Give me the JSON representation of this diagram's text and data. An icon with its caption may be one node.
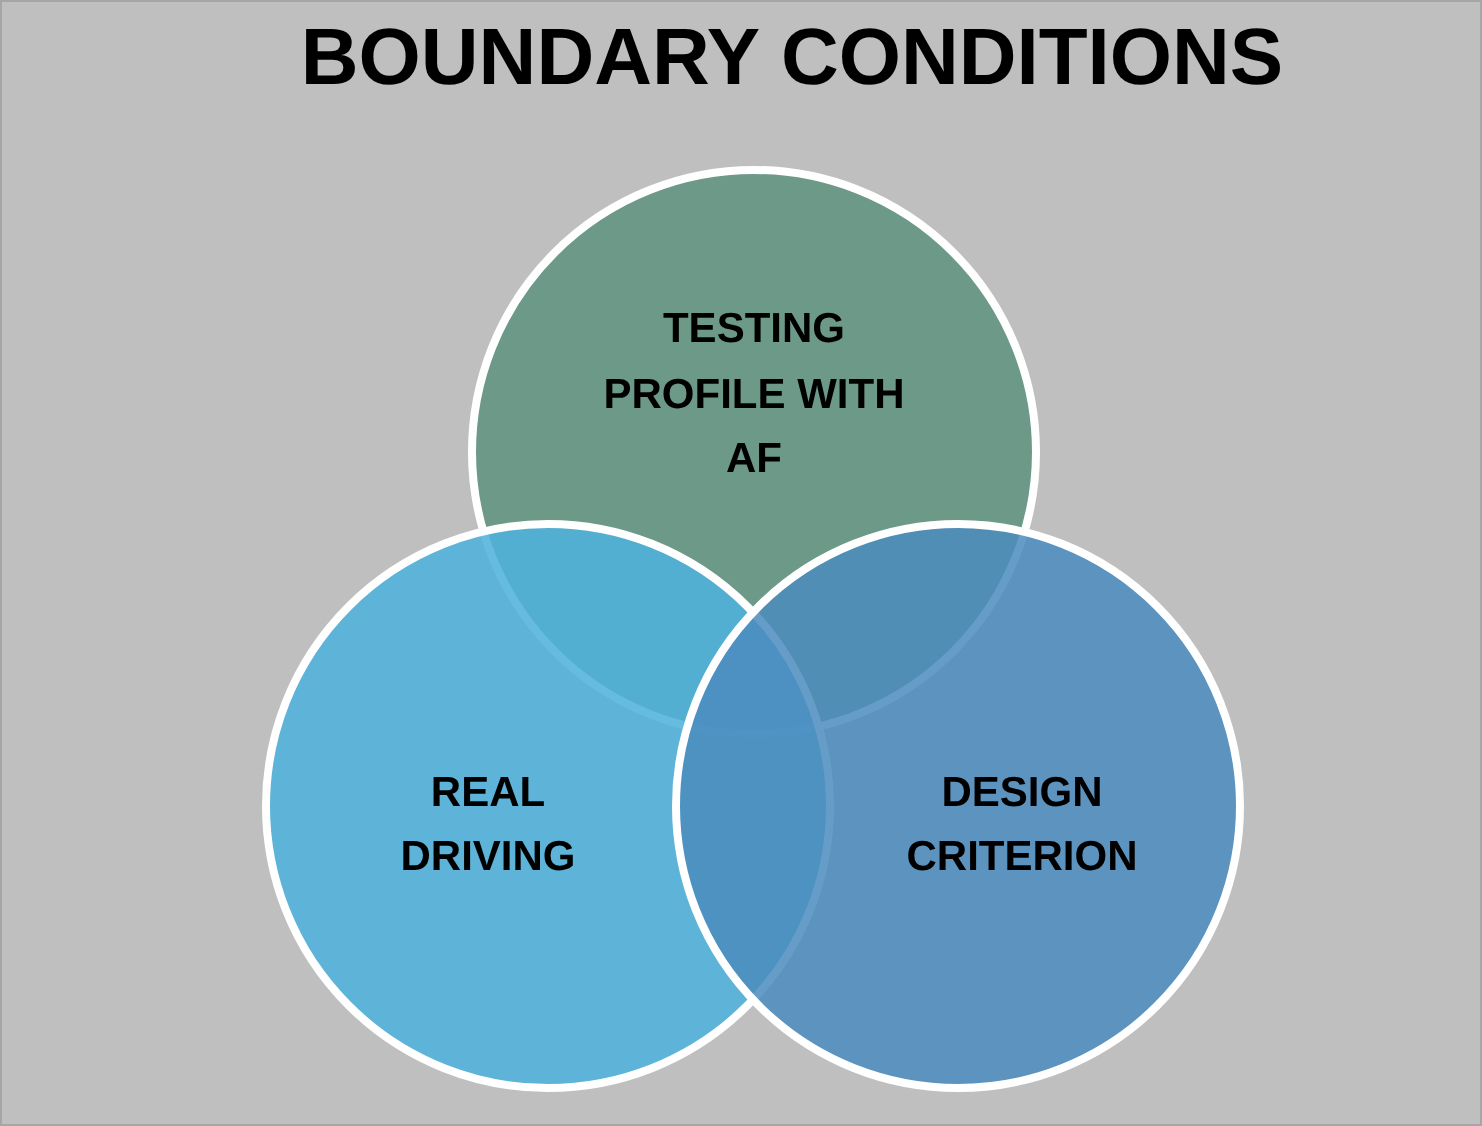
{
  "diagram": {
    "title": "BOUNDARY CONDITIONS",
    "nodes": [
      {
        "text": [
          "TESTING PROFILE WITH AF"
        ]
      },
      {
        "text": [
          "REAL DRIVING"
        ]
      },
      {
        "text": [
          "DESIGN CRITERION"
        ]
      }
    ]
  }
}
